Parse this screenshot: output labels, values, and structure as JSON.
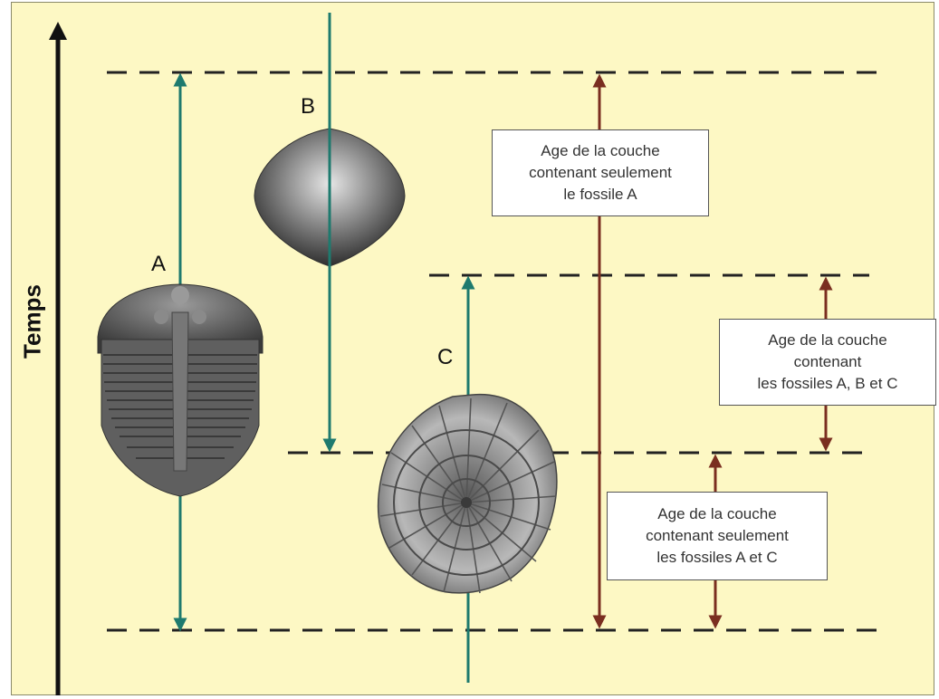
{
  "axis": {
    "label": "Temps"
  },
  "fossils": [
    {
      "letter": "A",
      "icon": "trilobite-icon"
    },
    {
      "letter": "B",
      "icon": "brachiopod-icon"
    },
    {
      "letter": "C",
      "icon": "ammonite-icon"
    }
  ],
  "boxes": {
    "only_a": [
      "Age de la couche",
      "contenant seulement",
      "le fossile A"
    ],
    "a_b_c": [
      "Age de la couche",
      "contenant",
      "les fossiles A, B et C"
    ],
    "a_and_c": [
      "Age de la couche",
      "contenant seulement",
      "les fossiles A et C"
    ]
  },
  "colors": {
    "background": "#fdf8c4",
    "fossil_range_arrow": "#1e7a6e",
    "layer_age_arrow": "#7a2e20",
    "dashed_line": "#222222"
  }
}
